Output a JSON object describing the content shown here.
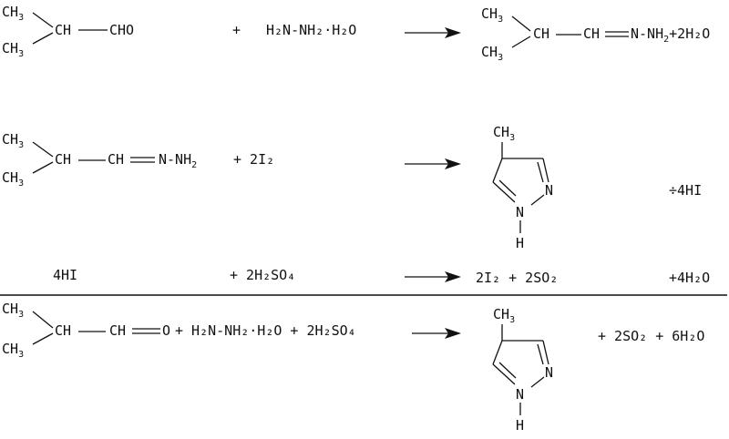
{
  "labels": {
    "ch3": "CH",
    "three": "3",
    "ch": "CH",
    "cho": "CHO",
    "o": "O",
    "n": "N",
    "h": "H",
    "two": "2",
    "four": "4",
    "plus": "+",
    "hydrate": "·H",
    "h2": "H",
    "nnh": "N-NH",
    "nh": "-NH",
    "nminus": "N-"
  },
  "reaction1": {
    "reagent": "H₂N-NH₂·H₂O",
    "product_tail": "+2H₂O"
  },
  "reaction2": {
    "iodine": "+ 2I₂",
    "hi": "÷4HI"
  },
  "reaction3": {
    "lhs": "4HI",
    "acid": "+ 2H₂SO₄",
    "rhs": "2I₂ + 2SO₂",
    "water": "+4H₂O"
  },
  "overall": {
    "reagents": "+ H₂N-NH₂·H₂O + 2H₂SO₄",
    "byproducts": "+ 2SO₂ + 6H₂O"
  }
}
